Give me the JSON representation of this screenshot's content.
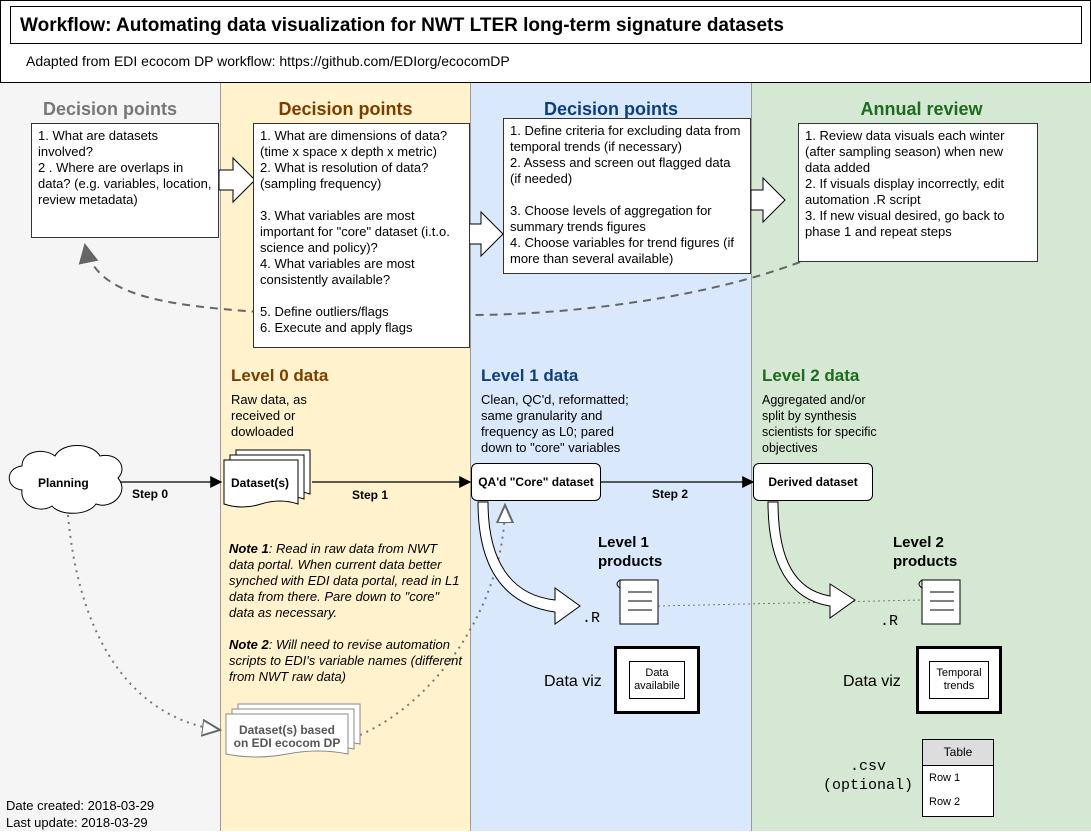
{
  "header": {
    "title": "Workflow: Automating data visualization for NWT LTER long-term signature datasets",
    "subtitle": "Adapted from EDI ecocom DP workflow: https://github.com/EDIorg/ecocomDP"
  },
  "lanes": [
    {
      "title": "Decision points",
      "color": "#777777",
      "bg": "#f5f5f5"
    },
    {
      "title": "Decision points",
      "color": "#7a3e00",
      "bg": "#fff2cc"
    },
    {
      "title": "Decision points",
      "color": "#0d3f7a",
      "bg": "#dae8fc"
    },
    {
      "title": "Annual review",
      "color": "#1e6b1e",
      "bg": "#d5e8d4"
    }
  ],
  "decision_boxes": {
    "lane0": "1. What are datasets involved?\n2 . Where are overlaps in data? (e.g. variables, location, review metadata)",
    "lane1": "1. What are dimensions of data? (time x space x depth x metric)\n2. What is resolution of data? (sampling frequency)\n\n3. What variables are most important for \"core\" dataset (i.t.o. science and policy)?\n4. What variables are most consistently available?\n\n5. Define outliers/flags\n6. Execute and apply flags",
    "lane2": "1. Define criteria for excluding data from temporal trends (if necessary)\n2. Assess and screen out flagged data (if needed)\n\n3. Choose levels of aggregation for summary trends figures\n4. Choose variables for trend figures (if more than several available)",
    "lane3": "1. Review data visuals each winter (after sampling season) when new data added\n2. If visuals display incorrectly, edit automation .R script\n3. If new visual desired, go back to phase 1 and repeat steps"
  },
  "levels": {
    "l0_title": "Level 0 data",
    "l0_desc": "Raw data, as\nreceived or\ndowloaded",
    "l1_title": "Level 1 data",
    "l1_desc": "Clean, QC'd, reformatted;\nsame granularity and\nfrequency as L0; pared\ndown to \"core\" variables",
    "l2_title": "Level 2 data",
    "l2_desc": "Aggregated and/or\nsplit by synthesis\nscientists for specific\nobjectives"
  },
  "nodes": {
    "planning": "Planning",
    "datasets": "Dataset(s)",
    "core": "QA'd \"Core\" dataset",
    "derived": "Derived dataset",
    "edi": "Dataset(s) based\non EDI ecocom DP"
  },
  "steps": {
    "s0": "Step 0",
    "s1": "Step 1",
    "s2": "Step 2"
  },
  "notes": {
    "note1_label": "Note 1",
    "note1_text": ":  Read in raw data from NWT data portal. When current data better synched with EDI data portal, read in L1 data from there. Pare down to \"core\" data as necessary.",
    "note2_label": "Note 2",
    "note2_text": ": Will need to revise automation scripts to EDI's variable names (different from NWT raw data)"
  },
  "products": {
    "l1_title": "Level 1\nproducts",
    "l2_title": "Level 2\nproducts",
    "r_label": ".R",
    "dataviz_label": "Data viz",
    "l1_viz": "Data\navailabile",
    "l2_viz": "Temporal\ntrends",
    "csv_label": ".csv\n(optional)",
    "table_header": "Table",
    "table_rows": [
      "Row 1",
      "Row 2"
    ]
  },
  "footer": {
    "created": "Date created: 2018-03-29",
    "updated": "Last update: 2018-03-29"
  }
}
